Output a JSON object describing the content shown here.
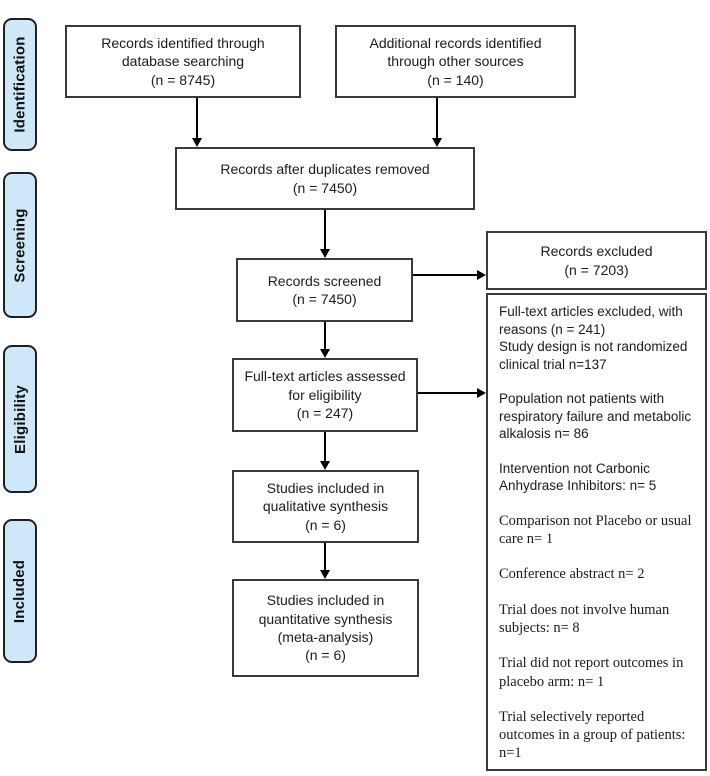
{
  "diagram": {
    "stages": {
      "identification": "Identification",
      "screening": "Screening",
      "eligibility": "Eligibility",
      "included": "Included"
    },
    "boxes": {
      "identified": {
        "lines": [
          "Records identified through",
          "database searching",
          "(n = 8745)"
        ]
      },
      "additional": {
        "lines": [
          "Additional records identified",
          "through other sources",
          "(n = 140)"
        ]
      },
      "deduplicated": {
        "lines": [
          "Records after duplicates removed",
          "(n = 7450)"
        ]
      },
      "screened": {
        "lines": [
          "Records screened",
          "(n = 7450)"
        ]
      },
      "excluded": {
        "lines": [
          "Records excluded",
          "(n = 7203)"
        ]
      },
      "assessed": {
        "lines": [
          "Full-text articles assessed",
          "for eligibility",
          "(n = 247)"
        ]
      },
      "qualitative": {
        "lines": [
          "Studies included in",
          "qualitative synthesis",
          "(n = 6)"
        ]
      },
      "quantitative": {
        "lines": [
          "Studies included in",
          "quantitative synthesis",
          "(meta-analysis)",
          "(n = 6)"
        ]
      }
    },
    "exclusion_reasons": {
      "items": [
        {
          "text": "Full-text articles excluded, with reasons (n = 241)"
        },
        {
          "text": "Study design is not randomized clinical trial n=137"
        },
        {
          "text": "Population not patients with respiratory failure and metabolic alkalosis n= 86"
        },
        {
          "text": "Intervention not Carbonic Anhydrase Inhibitors: n= 5"
        },
        {
          "text": "Comparison not Placebo or usual care n= 1"
        },
        {
          "text": "Conference abstract n= 2"
        },
        {
          "text": "Trial does not involve human subjects: n= 8"
        },
        {
          "text": "Trial did not report outcomes in placebo arm: n= 1"
        },
        {
          "text": "Trial selectively reported outcomes in a group of patients: n=1"
        }
      ]
    },
    "colors": {
      "stage_fill": "#cfe8f9",
      "box_border": "#3a3a3a",
      "arrow": "#000000"
    }
  }
}
